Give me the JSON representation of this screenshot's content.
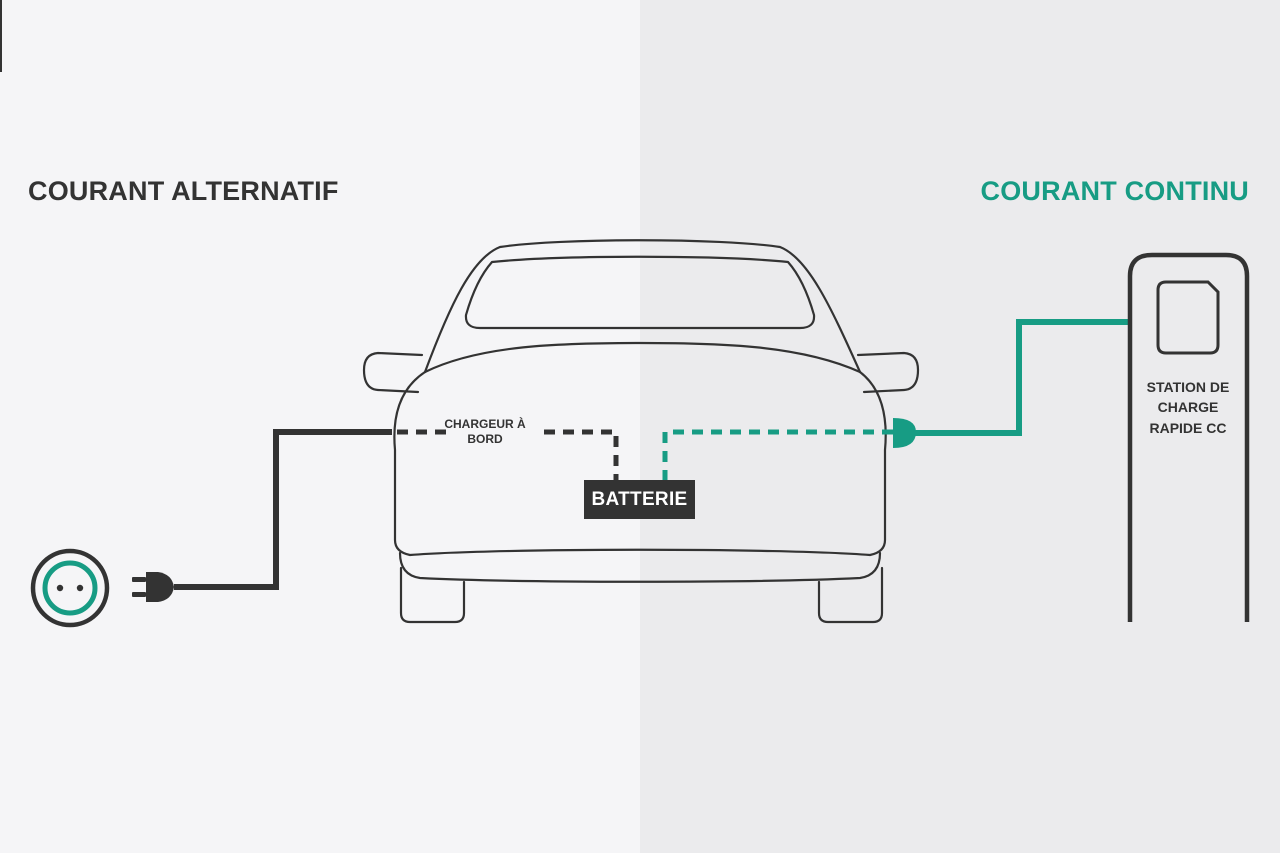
{
  "titles": {
    "ac": "COURANT ALTERNATIF",
    "dc": "COURANT CONTINU"
  },
  "labels": {
    "charger": "CHARGEUR À BORD",
    "battery": "BATTERIE",
    "station": "STATION DE CHARGE RAPIDE CC"
  },
  "colors": {
    "left_background": "#f5f5f7",
    "right_background": "#ebebed",
    "dark": "#333333",
    "accent": "#179c84",
    "white": "#ffffff"
  },
  "icons": {
    "socket": "wall-socket-icon",
    "plug": "plug-icon",
    "car": "car-front-icon",
    "station": "charging-station-icon"
  }
}
